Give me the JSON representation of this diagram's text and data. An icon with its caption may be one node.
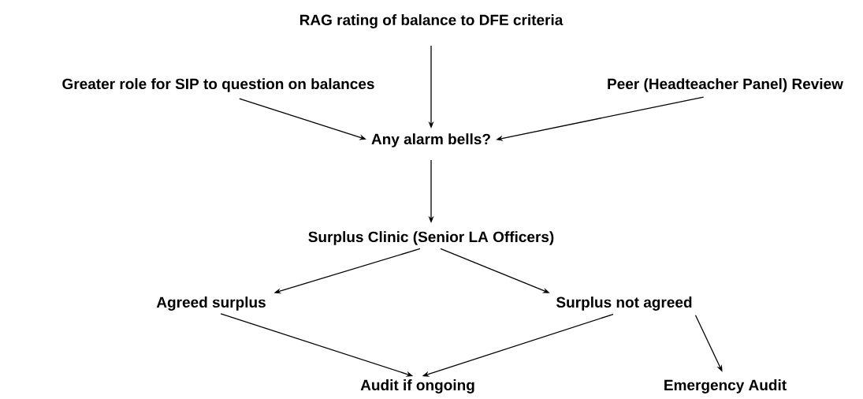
{
  "diagram": {
    "nodes": [
      {
        "text": [
          "RAG rating of balance to DFE criteria"
        ]
      },
      {
        "text": [
          "Greater role for SIP to question on balances"
        ]
      },
      {
        "text": [
          "Peer (Headteacher Panel) Review"
        ]
      },
      {
        "text": [
          "Any alarm bells?"
        ]
      },
      {
        "text": [
          "Surplus Clinic (Senior LA Officers)"
        ]
      },
      {
        "text": [
          "Agreed surplus"
        ]
      },
      {
        "text": [
          "Surplus not agreed"
        ]
      },
      {
        "text": [
          "Audit if ongoing"
        ]
      },
      {
        "text": [
          "Emergency Audit"
        ]
      }
    ],
    "edges": [
      {
        "from": 0,
        "to": 3,
        "arrow": "to"
      },
      {
        "from": 1,
        "to": 3,
        "arrow": "to"
      },
      {
        "from": 2,
        "to": 3,
        "arrow": "to"
      },
      {
        "from": 3,
        "to": 4,
        "arrow": "to"
      },
      {
        "from": 4,
        "to": 5,
        "arrow": "to"
      },
      {
        "from": 4,
        "to": 6,
        "arrow": "to"
      },
      {
        "from": 5,
        "to": 7,
        "arrow": "to"
      },
      {
        "from": 6,
        "to": 7,
        "arrow": "to"
      },
      {
        "from": 6,
        "to": 8,
        "arrow": "to"
      }
    ]
  }
}
